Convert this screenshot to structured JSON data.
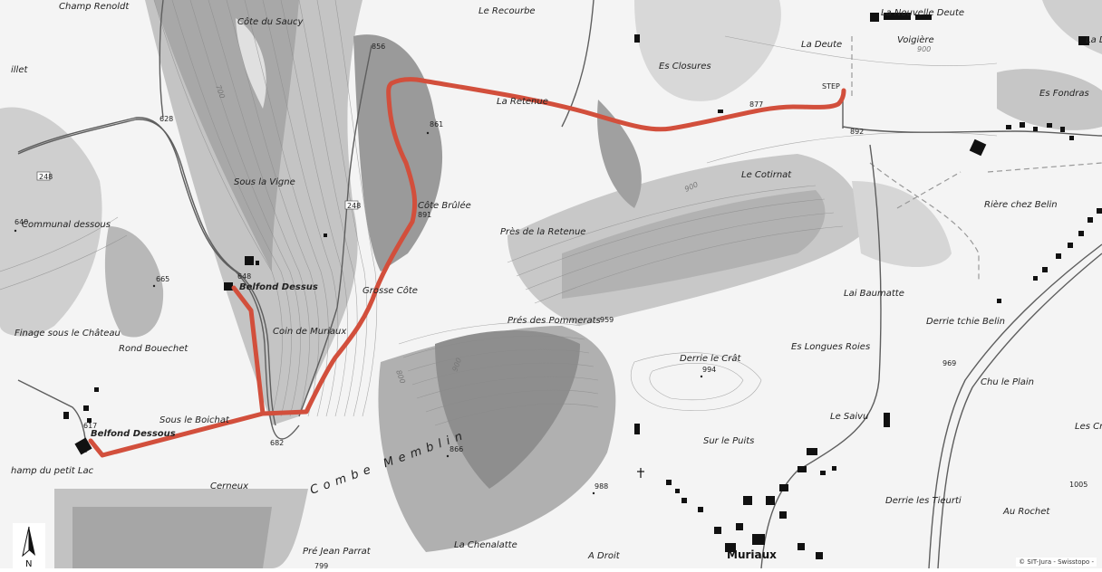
{
  "colors": {
    "route": "#d24f3c",
    "relief_dark": "#9a9a9a",
    "relief_mid": "#c4c4c4",
    "relief_light": "#dcdcdc",
    "background": "#f4f4f4",
    "road": "#666666",
    "building": "#111111"
  },
  "north_label": "N",
  "attribution": "© SIT-Jura - Swisstopo -",
  "road_number": "248",
  "labels": {
    "champ_renoldt": "Champ Renoldt",
    "cote_du_saucy": "Côte du Saucy",
    "le_recourbe": "Le Recourbe",
    "la_nouvelle_deute": "La Nouvelle Deute",
    "la_deute": "La Deute",
    "voigiere": "Voigière",
    "la_de": "La D",
    "es_closures": "Es Closures",
    "es_fondras": "Es Fondras",
    "villet": "illet",
    "la_retenue_top": "La Retenue",
    "step": "STEP",
    "sous_la_vigne": "Sous la Vigne",
    "communal_dessous": "Communal dessous",
    "cote_brulee": "Côte Brûlée",
    "le_cotirnat": "Le Cotirnat",
    "riere_chez_belin": "Rière chez Belin",
    "pres_de_la_retenue": "Près de la Retenue",
    "belfond_dessus": "Belfond Dessus",
    "grosse_cote": "Grosse Côte",
    "lai_baumatte": "Lai Baumatte",
    "derrie_tchie_belin": "Derrie tchie Belin",
    "finage_sous_le_chateau": "Finage sous le Château",
    "coin_de_muriaux": "Coin de Muriaux",
    "pres_des_pommerats": "Prés des Pommerats",
    "es_longues_roies": "Es Longues Roies",
    "rond_bouechet": "Rond Bouechet",
    "derrie_le_crat": "Derrie le Crât",
    "chu_le_plain": "Chu le Plain",
    "le_saivu": "Le Saivu",
    "les_cra": "Les Cra",
    "belfond_dessous": "Belfond Dessous",
    "sous_le_boichat": "Sous le Boichat",
    "sur_le_puits": "Sur le Puits",
    "champ_du_petit_lac": "hamp du petit Lac",
    "combe_memblin": "Combe Memblin",
    "cerneux": "Cerneux",
    "derrie_les_tieurti": "Derrie les Tieurti",
    "au_rochet": "Au Rochet",
    "pre_jean_parrat": "Pré Jean Parrat",
    "la_chenalatte": "La Chenalatte",
    "a_droit": "A Droit",
    "muriaux": "Muriaux"
  },
  "spot_heights": {
    "h856": "856",
    "h861": "861",
    "h877": "877",
    "h892": "892",
    "h628": "628",
    "h640": "640",
    "h665": "665",
    "h891": "891",
    "h648": "648",
    "h959": "959",
    "h994": "994",
    "h969": "969",
    "h617": "617",
    "h682": "682",
    "h866": "866",
    "h988": "988",
    "h1005": "1005",
    "h799": "799"
  },
  "contour_labels": {
    "c700": "700",
    "c800": "800",
    "c900a": "900",
    "c900b": "900",
    "c900c": "900"
  }
}
